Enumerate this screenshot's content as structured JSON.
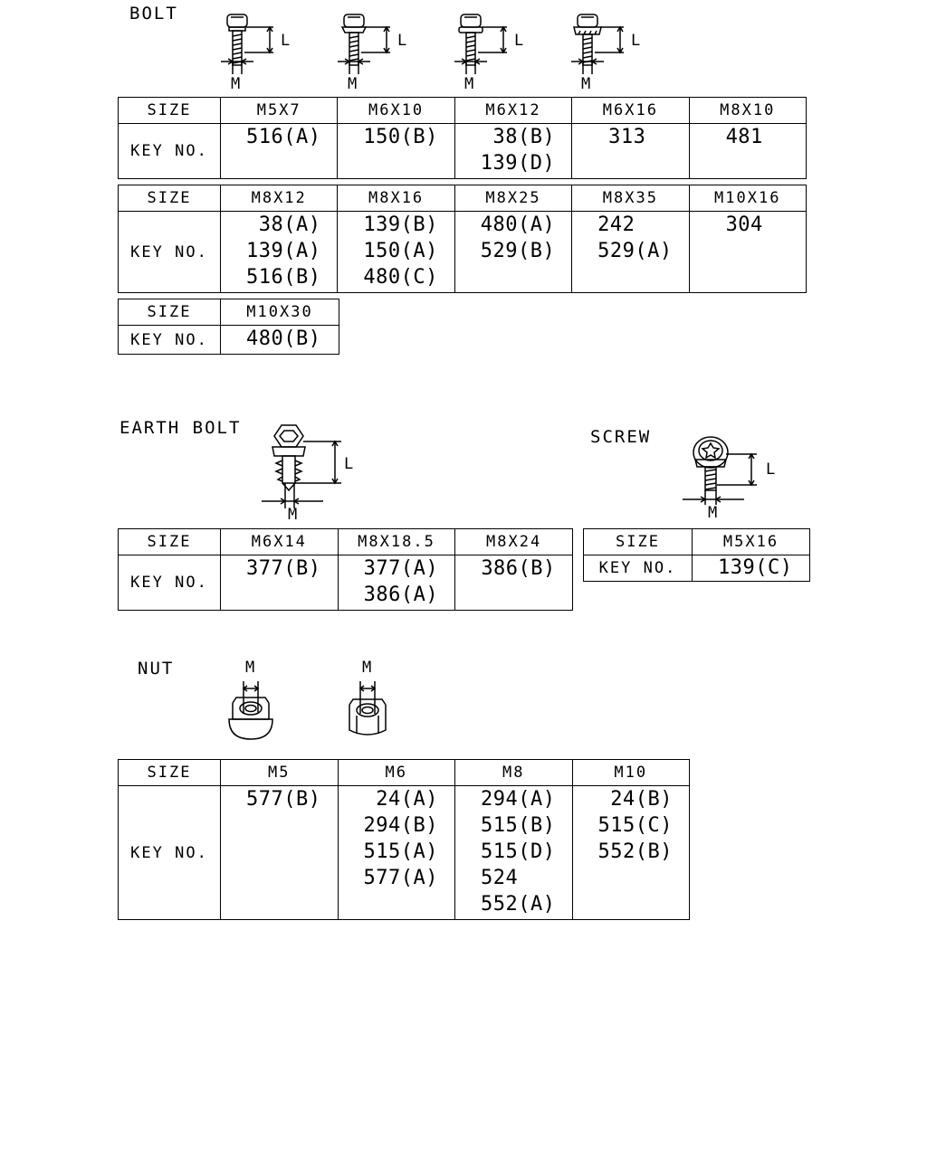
{
  "bolt": {
    "title": "BOLT",
    "drawing_labels": {
      "length": "L",
      "diameter": "M"
    },
    "tables": [
      {
        "header_label": "SIZE",
        "row_label": "KEY NO.",
        "columns": [
          {
            "size": "M5X7",
            "keys": [
              "516(A)"
            ]
          },
          {
            "size": "M6X10",
            "keys": [
              "150(B)"
            ]
          },
          {
            "size": "M6X12",
            "keys": [
              " 38(B)",
              "139(D)"
            ]
          },
          {
            "size": "M6X16",
            "keys": [
              "313"
            ]
          },
          {
            "size": "M8X10",
            "keys": [
              "481"
            ]
          }
        ]
      },
      {
        "header_label": "SIZE",
        "row_label": "KEY NO.",
        "columns": [
          {
            "size": "M8X12",
            "keys": [
              " 38(A)",
              "139(A)",
              "516(B)"
            ]
          },
          {
            "size": "M8X16",
            "keys": [
              "139(B)",
              "150(A)",
              "480(C)"
            ]
          },
          {
            "size": "M8X25",
            "keys": [
              "480(A)",
              "529(B)"
            ]
          },
          {
            "size": "M8X35",
            "keys": [
              "242",
              "529(A)"
            ]
          },
          {
            "size": "M10X16",
            "keys": [
              "304"
            ]
          }
        ]
      },
      {
        "header_label": "SIZE",
        "row_label": "KEY NO.",
        "columns": [
          {
            "size": "M10X30",
            "keys": [
              "480(B)"
            ]
          }
        ]
      }
    ]
  },
  "earth_bolt": {
    "title": "EARTH BOLT",
    "drawing_labels": {
      "length": "L",
      "diameter": "M"
    },
    "table": {
      "header_label": "SIZE",
      "row_label": "KEY NO.",
      "columns": [
        {
          "size": "M6X14",
          "keys": [
            "377(B)"
          ]
        },
        {
          "size": "M8X18.5",
          "keys": [
            "377(A)",
            "386(A)"
          ]
        },
        {
          "size": "M8X24",
          "keys": [
            "386(B)"
          ]
        }
      ]
    }
  },
  "screw": {
    "title": "SCREW",
    "drawing_labels": {
      "length": "L",
      "diameter": "M"
    },
    "table": {
      "header_label": "SIZE",
      "row_label": "KEY NO.",
      "columns": [
        {
          "size": "M5X16",
          "keys": [
            "139(C)"
          ]
        }
      ]
    }
  },
  "nut": {
    "title": "NUT",
    "drawing_labels": {
      "diameter": "M"
    },
    "table": {
      "header_label": "SIZE",
      "row_label": "KEY NO.",
      "columns": [
        {
          "size": "M5",
          "keys": [
            "577(B)"
          ]
        },
        {
          "size": "M6",
          "keys": [
            " 24(A)",
            "294(B)",
            "515(A)",
            "577(A)"
          ]
        },
        {
          "size": "M8",
          "keys": [
            "294(A)",
            "515(B)",
            "515(D)",
            "524",
            "552(A)"
          ]
        },
        {
          "size": "M10",
          "keys": [
            " 24(B)",
            "515(C)",
            "552(B)"
          ]
        }
      ]
    }
  }
}
